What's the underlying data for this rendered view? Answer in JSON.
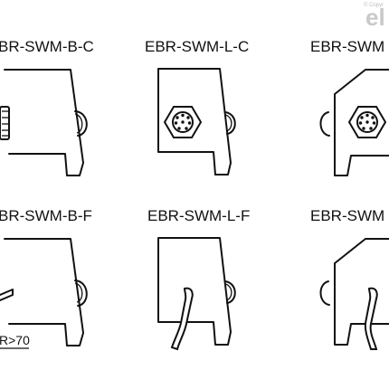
{
  "labels": {
    "top_left": "BR-SWM-B-C",
    "top_middle": "EBR-SWM-L-C",
    "top_right": "EBR-SWM",
    "bottom_left": "BR-SWM-B-F",
    "bottom_middle": "EBR-SWM-L-F",
    "bottom_right": "EBR-SWM"
  },
  "annotation": "R>70",
  "watermark": {
    "logo_text": "el",
    "copyright": "© Copyr"
  }
}
